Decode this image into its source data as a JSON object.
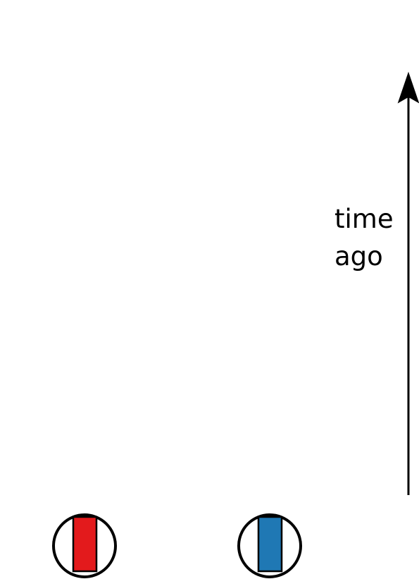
{
  "diagram": {
    "axis_label_line1": "time",
    "axis_label_line2": "ago",
    "axis_direction": "up",
    "markers": [
      {
        "name": "red-marker",
        "fill": "#e31a1c"
      },
      {
        "name": "blue-marker",
        "fill": "#1f78b4"
      }
    ],
    "stroke_color": "#000000"
  }
}
